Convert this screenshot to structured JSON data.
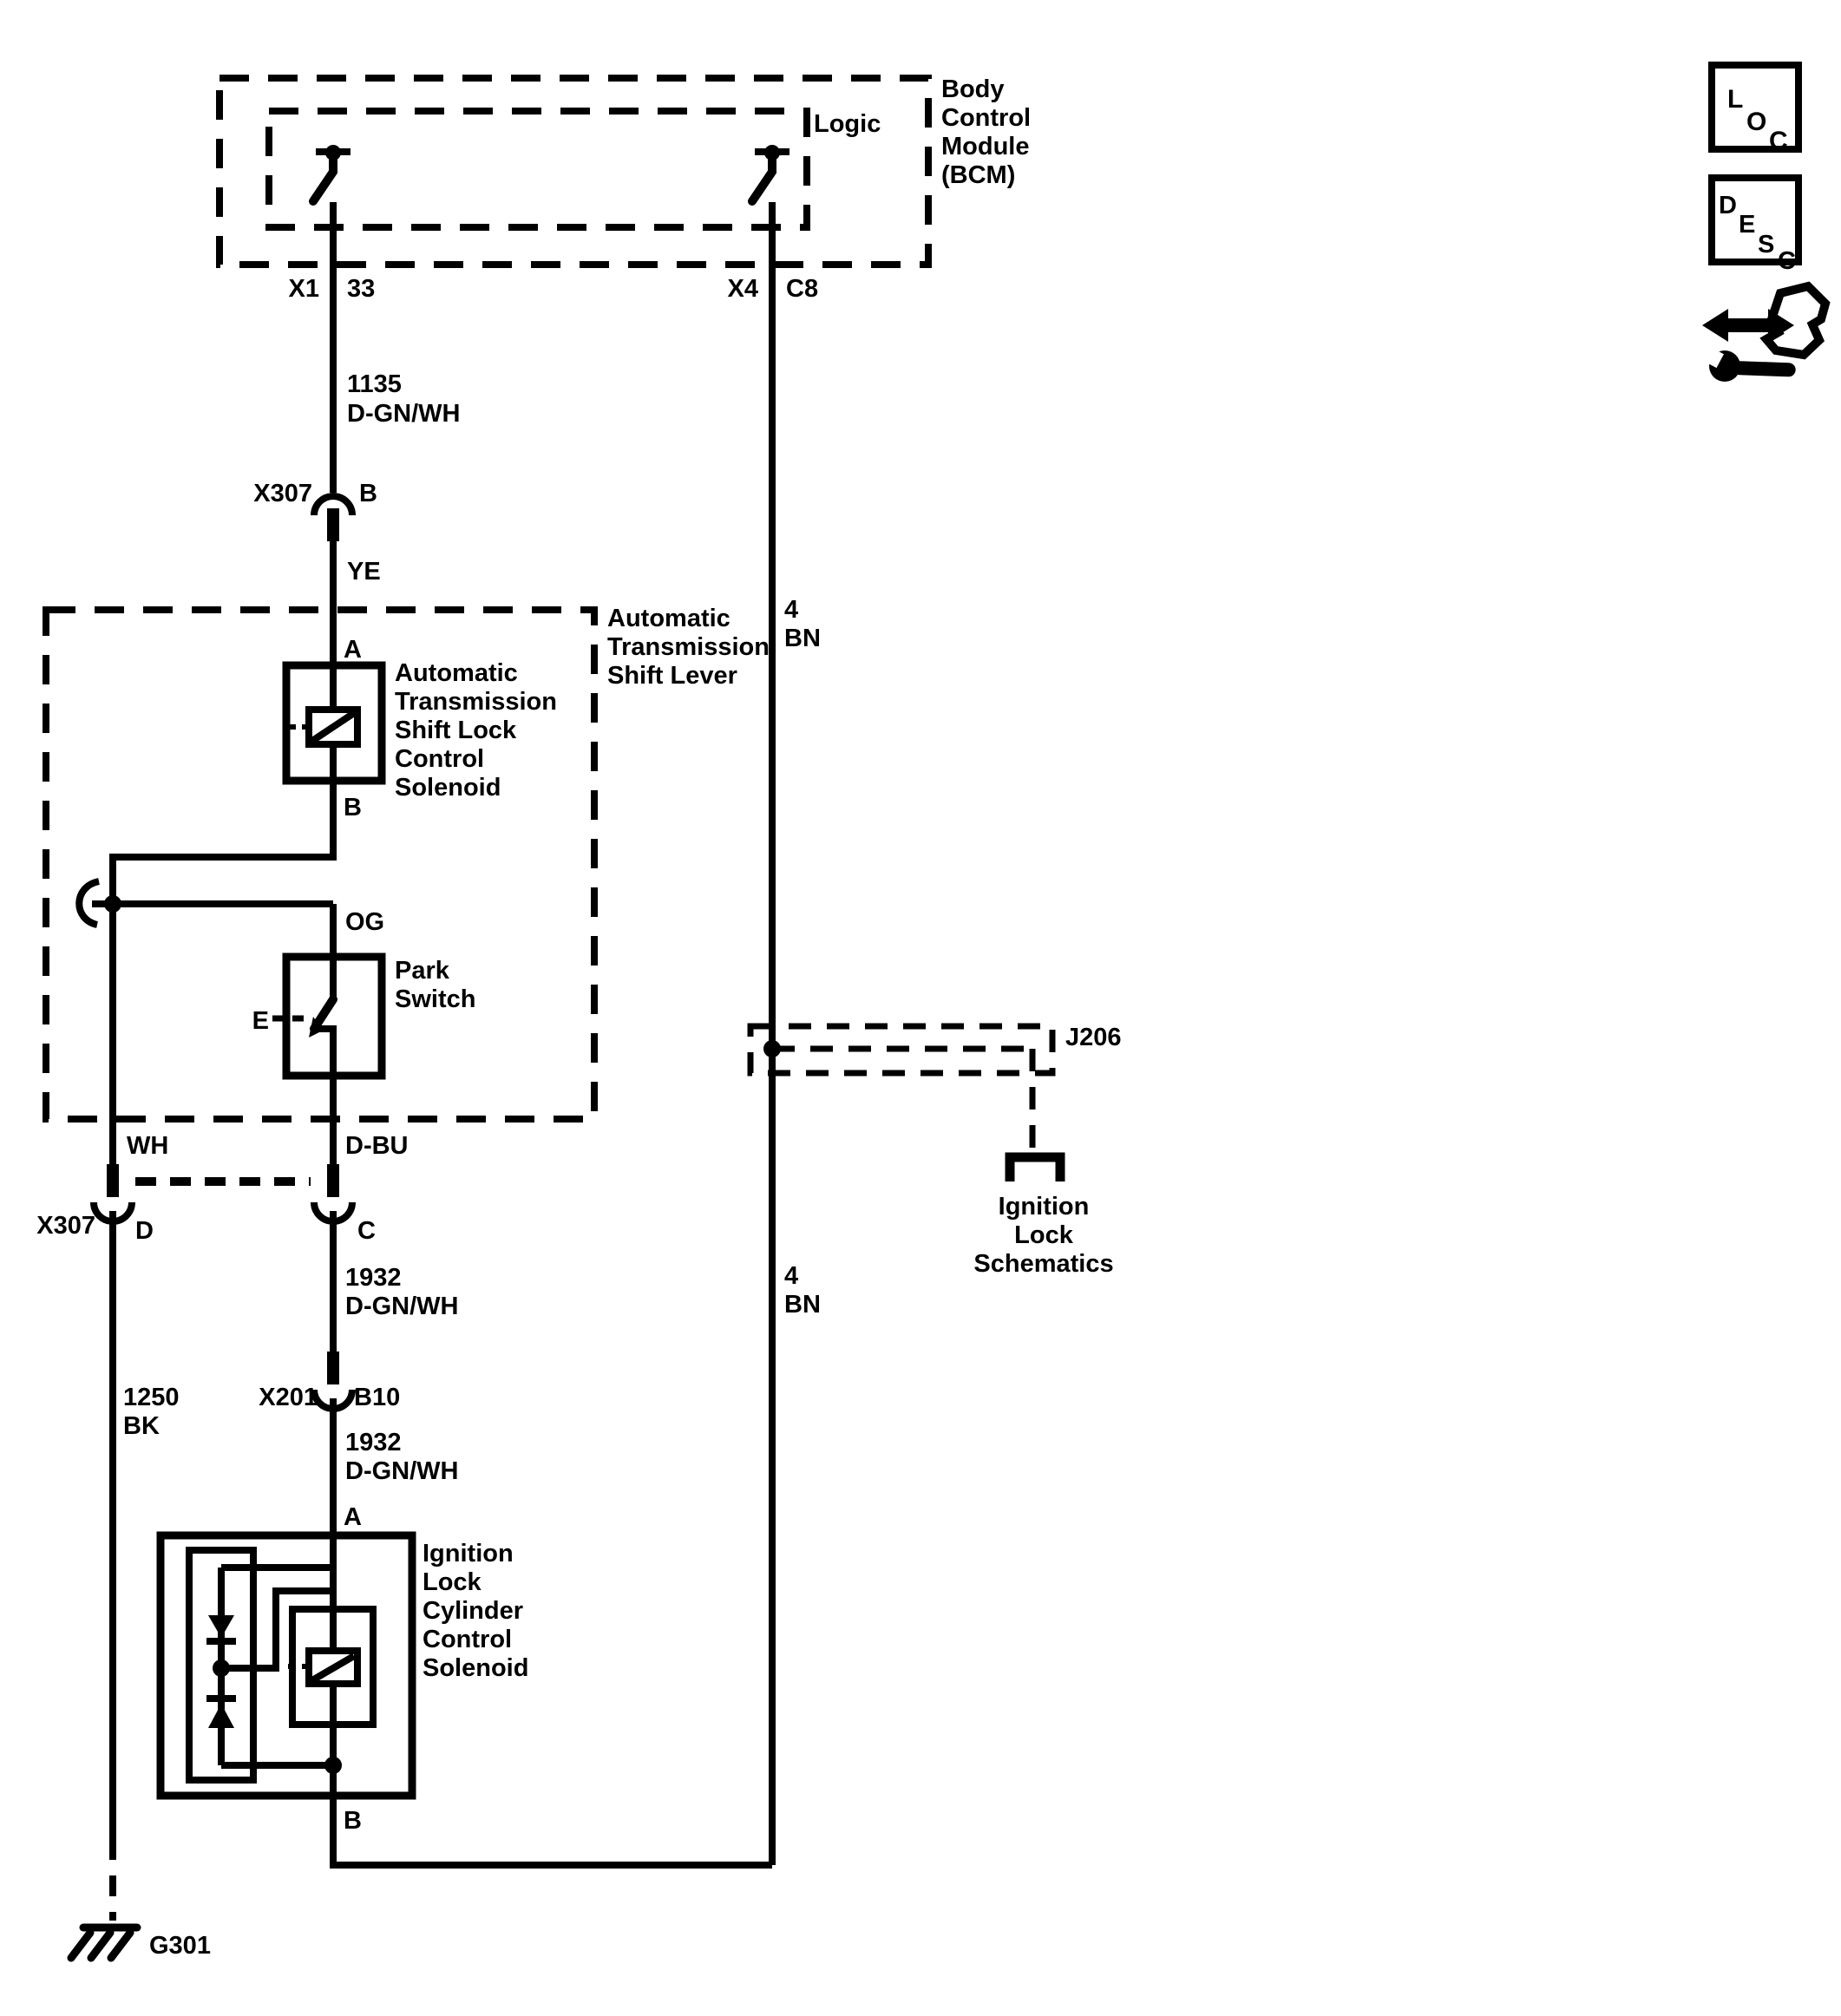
{
  "bcm": {
    "logic": "Logic",
    "title": [
      "Body",
      "Control",
      "Module",
      "(BCM)"
    ],
    "x1": "X1",
    "x1_pin": "33",
    "x4": "X4",
    "x4_pin": "C8"
  },
  "wires": {
    "w1135": [
      "1135",
      "D-GN/WH"
    ],
    "ye": "YE",
    "og": "OG",
    "wh": "WH",
    "dbu": "D-BU",
    "bn_upper": [
      "4",
      "BN"
    ],
    "bn_lower": [
      "4",
      "BN"
    ],
    "w1932_upper": [
      "1932",
      "D-GN/WH"
    ],
    "w1932_lower": [
      "1932",
      "D-GN/WH"
    ],
    "w1250": [
      "1250",
      "BK"
    ]
  },
  "conn": {
    "x307b": {
      "name": "X307",
      "pin": "B"
    },
    "x307dc": {
      "name": "X307",
      "pin_d": "D",
      "pin_c": "C"
    },
    "x201": {
      "name": "X201",
      "pin": "B10"
    }
  },
  "atsl": {
    "title": [
      "Automatic",
      "Transmission",
      "Shift Lever"
    ],
    "solenoid": [
      "Automatic",
      "Transmission",
      "Shift Lock",
      "Control",
      "Solenoid"
    ],
    "pin_a": "A",
    "pin_b": "B",
    "park": [
      "Park",
      "Switch"
    ],
    "e": "E"
  },
  "ign": {
    "title": [
      "Ignition",
      "Lock",
      "Cylinder",
      "Control",
      "Solenoid"
    ],
    "pin_a": "A",
    "pin_b": "B"
  },
  "j206": {
    "name": "J206",
    "ref": [
      "Ignition",
      "Lock",
      "Schematics"
    ]
  },
  "ground": {
    "name": "G301"
  },
  "toolbar": {
    "loc": [
      "L",
      "O",
      "C"
    ],
    "desc": [
      "D",
      "E",
      "S",
      "C"
    ]
  },
  "colors": {
    "line": "#000000",
    "background": "#ffffff"
  }
}
